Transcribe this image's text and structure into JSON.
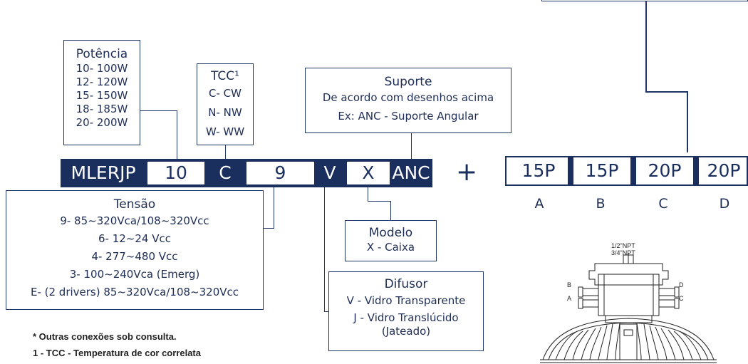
{
  "potencia": {
    "title": "Potência",
    "items": [
      "10- 100W",
      "12- 120W",
      "15- 150W",
      "18- 185W",
      "20- 200W"
    ]
  },
  "tcc": {
    "title": "TCC¹",
    "items": [
      "C- CW",
      "N- NW",
      "W- WW"
    ]
  },
  "suporte": {
    "title": "Suporte",
    "line1": "De acordo com desenhos acima",
    "line2": "Ex: ANC - Suporte Angular"
  },
  "code": {
    "prefix": "MLERJP",
    "power": "10",
    "tcc": "C",
    "tension": "9",
    "diffuser": "V",
    "model": "X",
    "support": "ANC",
    "plus": "+"
  },
  "ports": {
    "values": [
      "15P",
      "15P",
      "20P",
      "20P"
    ],
    "labels": [
      "A",
      "B",
      "C",
      "D"
    ]
  },
  "tensao": {
    "title": "Tensão",
    "items": [
      "9- 85~320Vca/108~320Vcc",
      "6- 12~24 Vcc",
      "4- 277~480 Vcc",
      "3- 100~240Vca (Emerg)",
      "E- (2 drivers) 85~320Vca/108~320Vcc"
    ]
  },
  "modelo": {
    "title": "Modelo",
    "items": [
      "X - Caixa"
    ]
  },
  "difusor": {
    "title": "Difusor",
    "items": [
      "V - Vidro Transparente",
      "J - Vidro Translúcido",
      "(Jateado)"
    ]
  },
  "notes": {
    "line1": "* Outras conexões sob consulta.",
    "line2": "1 - TCC - Temperatura de cor correlata"
  },
  "drawing": {
    "npt_half": "1/2\"NPT",
    "npt_three_quarter": "3/4\"NPT",
    "port_b": "B",
    "port_a": "A",
    "port_d": "D",
    "port_c": "C"
  }
}
